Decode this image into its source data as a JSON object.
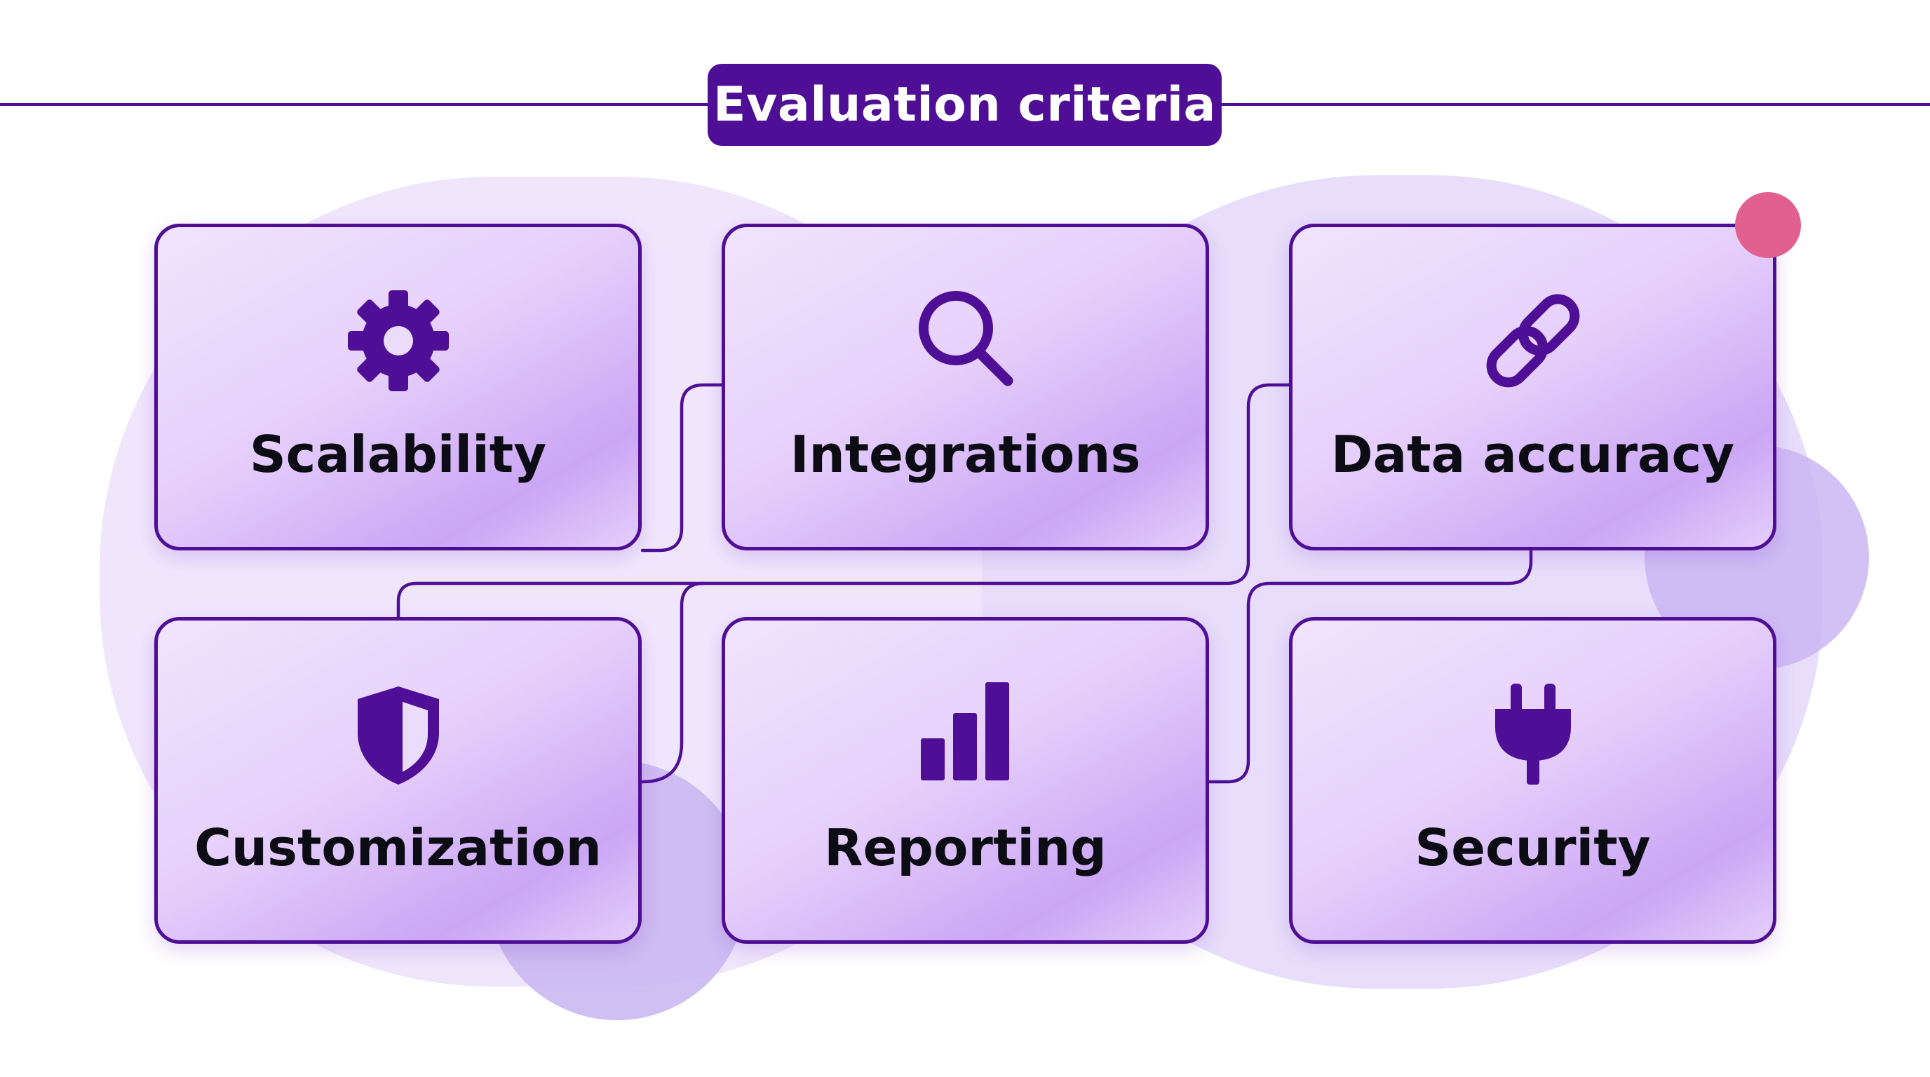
{
  "title": "Evaluation criteria",
  "colors": {
    "accent": "#4e0e96",
    "card_border": "#4e0e96",
    "dot": "#e2608f",
    "text": "#0c0c14"
  },
  "cards": [
    {
      "label": "Scalability",
      "icon": "gear-icon"
    },
    {
      "label": "Integrations",
      "icon": "magnifier-icon"
    },
    {
      "label": "Data accuracy",
      "icon": "link-icon"
    },
    {
      "label": "Customization",
      "icon": "shield-icon"
    },
    {
      "label": "Reporting",
      "icon": "bar-chart-icon"
    },
    {
      "label": "Security",
      "icon": "plug-icon"
    }
  ]
}
